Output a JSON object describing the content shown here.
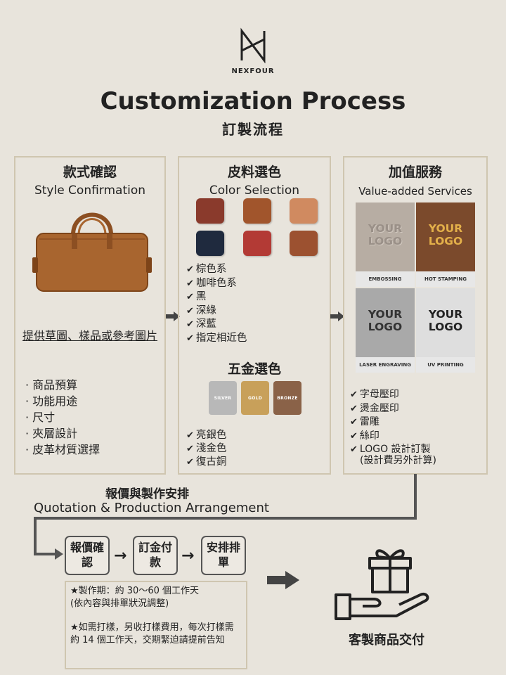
{
  "brand": {
    "name": "NEXFOUR"
  },
  "header": {
    "title": "Customization Process",
    "subtitle": "訂製流程"
  },
  "style": {
    "title_zh": "款式確認",
    "title_en": "Style Confirmation",
    "note": "提供草圖、樣品或參考圖片",
    "items": [
      "商品預算",
      "功能用途",
      "尺寸",
      "夾層設計",
      "皮革材質選擇"
    ]
  },
  "color": {
    "title_zh": "皮料選色",
    "title_en": "Color Selection",
    "swatches": [
      "#8a3a2c",
      "#a1552c",
      "#d08a60",
      "#1f2a3e",
      "#b33a35",
      "#9c5130"
    ],
    "options": [
      "棕色系",
      "咖啡色系",
      "黑",
      "深綠",
      "深藍",
      "指定相近色"
    ],
    "metal_title": "五金選色",
    "metals": [
      {
        "label": "SILVER",
        "color": "#b8b8b8"
      },
      {
        "label": "GOLD",
        "color": "#c8a05a"
      },
      {
        "label": "BRONZE",
        "color": "#8a6248"
      }
    ],
    "metal_options": [
      "亮銀色",
      "淺金色",
      "復古銅"
    ]
  },
  "services": {
    "title_zh": "加值服務",
    "title_en": "Value-added Services",
    "logo_text": "YOUR LOGO",
    "tiles": [
      "EMBOSSING",
      "HOT STAMPING",
      "LASER ENGRAVING",
      "UV PRINTING"
    ],
    "options": [
      "字母壓印",
      "燙金壓印",
      "雷雕",
      "絲印",
      "LOGO 設計訂製"
    ],
    "note": "(設計費另外計算)"
  },
  "quotation": {
    "title_zh": "報價與製作安排",
    "title_en": "Quotation & Production Arrangement",
    "steps": [
      "報價確認",
      "訂金付款",
      "安排排單"
    ],
    "info_1": "★製作期：約 30～60 個工作天",
    "info_2": "(依內容與排單狀況調整)",
    "info_3": "★如需打樣，另收打樣費用，每次打樣需約 14 個工作天，交期緊迫請提前告知"
  },
  "delivery": {
    "label": "客製商品交付"
  }
}
